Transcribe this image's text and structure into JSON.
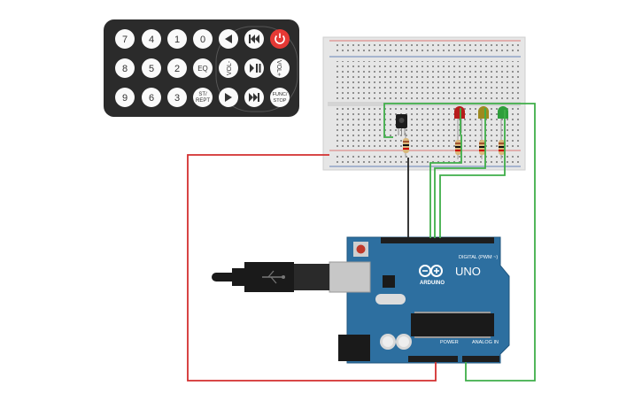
{
  "remote": {
    "digits": [
      "7",
      "4",
      "1",
      "0",
      "8",
      "5",
      "2",
      "9",
      "6",
      "3"
    ],
    "eq_label": "EQ",
    "vol_minus_label": "VOL-",
    "vol_plus_label": "VOL+",
    "st_rept_label_1": "ST/",
    "st_rept_label_2": "REPT",
    "func_stop_label_1": "FUNC/",
    "func_stop_label_2": "STOP"
  },
  "arduino": {
    "brand_label": "ARDUINO",
    "model_label": "UNO",
    "digital_header_label": "DIGITAL (PWM ~)",
    "power_header_label": "POWER",
    "analog_header_label": "ANALOG IN"
  },
  "colors": {
    "remote_body": "#2b2b2b",
    "power_button": "#e53935",
    "arduino_board": "#2d6fa0",
    "breadboard": "#e6e6e6",
    "wire_red": "#d32f2f",
    "wire_green": "#3fae49",
    "wire_black": "#222222",
    "led_red": "#b71c1c",
    "led_yellow": "#9e8a1f",
    "led_green": "#2e9e3b"
  }
}
